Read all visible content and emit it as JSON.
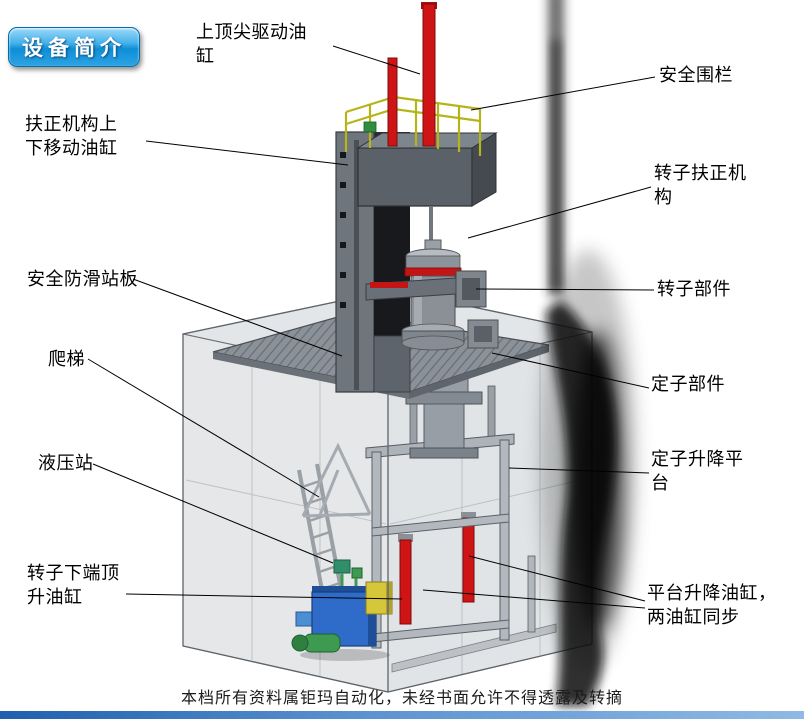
{
  "badge": {
    "label": "设备简介"
  },
  "labels": {
    "top_spindle_cylinder": "上顶尖驱动油缸",
    "safety_fence": "安全围栏",
    "centering_move_cylinder": "扶正机构上下移动油缸",
    "rotor_centering_mechanism": "转子扶正机构",
    "anti_slip_platform": "安全防滑站板",
    "rotor_component": "转子部件",
    "ladder": "爬梯",
    "stator_component": "定子部件",
    "hydraulic_station": "液压站",
    "stator_lift_platform": "定子升降平台",
    "rotor_bottom_jack_cylinder": "转子下端顶升油缸",
    "platform_lift_cylinders": "平台升降油缸，两油缸同步"
  },
  "footer": {
    "text": "本档所有资料属钜玛自动化，未经书面允许不得透露及转摘"
  },
  "colors": {
    "badge_blue": "#1e8fd8",
    "cylinder_red": "#ce1414",
    "railing_yellow": "#b5b51a",
    "hydraulic_blue": "#2f6cc9",
    "footer_bar_blue": "#1f5fae"
  }
}
